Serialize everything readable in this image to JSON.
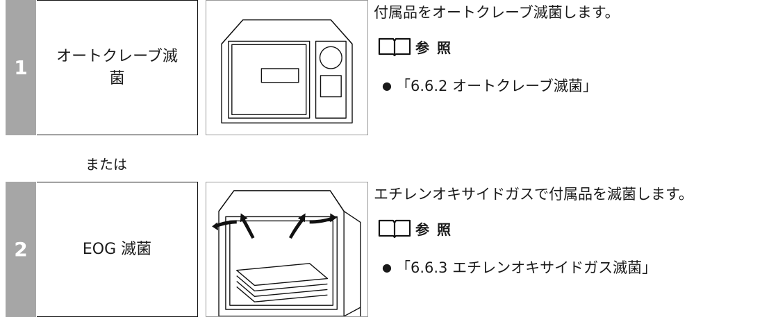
{
  "steps": [
    {
      "number": "1",
      "box_lines": [
        "オートクレーブ滅",
        "菌"
      ],
      "description": "付属品をオートクレーブ滅菌します。",
      "ref_label": "参 照",
      "ref_items": [
        "「6.6.2 オートクレーブ滅菌」"
      ],
      "illustration": "autoclave-icon"
    },
    {
      "number": "2",
      "box_lines": [
        "EOG 滅菌"
      ],
      "description": "エチレンオキサイドガスで付属品を滅菌します。",
      "ref_label": "参 照",
      "ref_items": [
        "「6.6.3 エチレンオキサイドガス滅菌」"
      ],
      "illustration": "eog-sterilizer-icon"
    }
  ],
  "separator_text": "または",
  "colors": {
    "step_number_bg": "#a6a6a6",
    "step_number_text": "#ffffff",
    "text": "#1a1a1a",
    "illustration_border": "#9a9a9a"
  },
  "icons": {
    "reference": "open-book-icon",
    "bullet": "bullet-dot"
  }
}
